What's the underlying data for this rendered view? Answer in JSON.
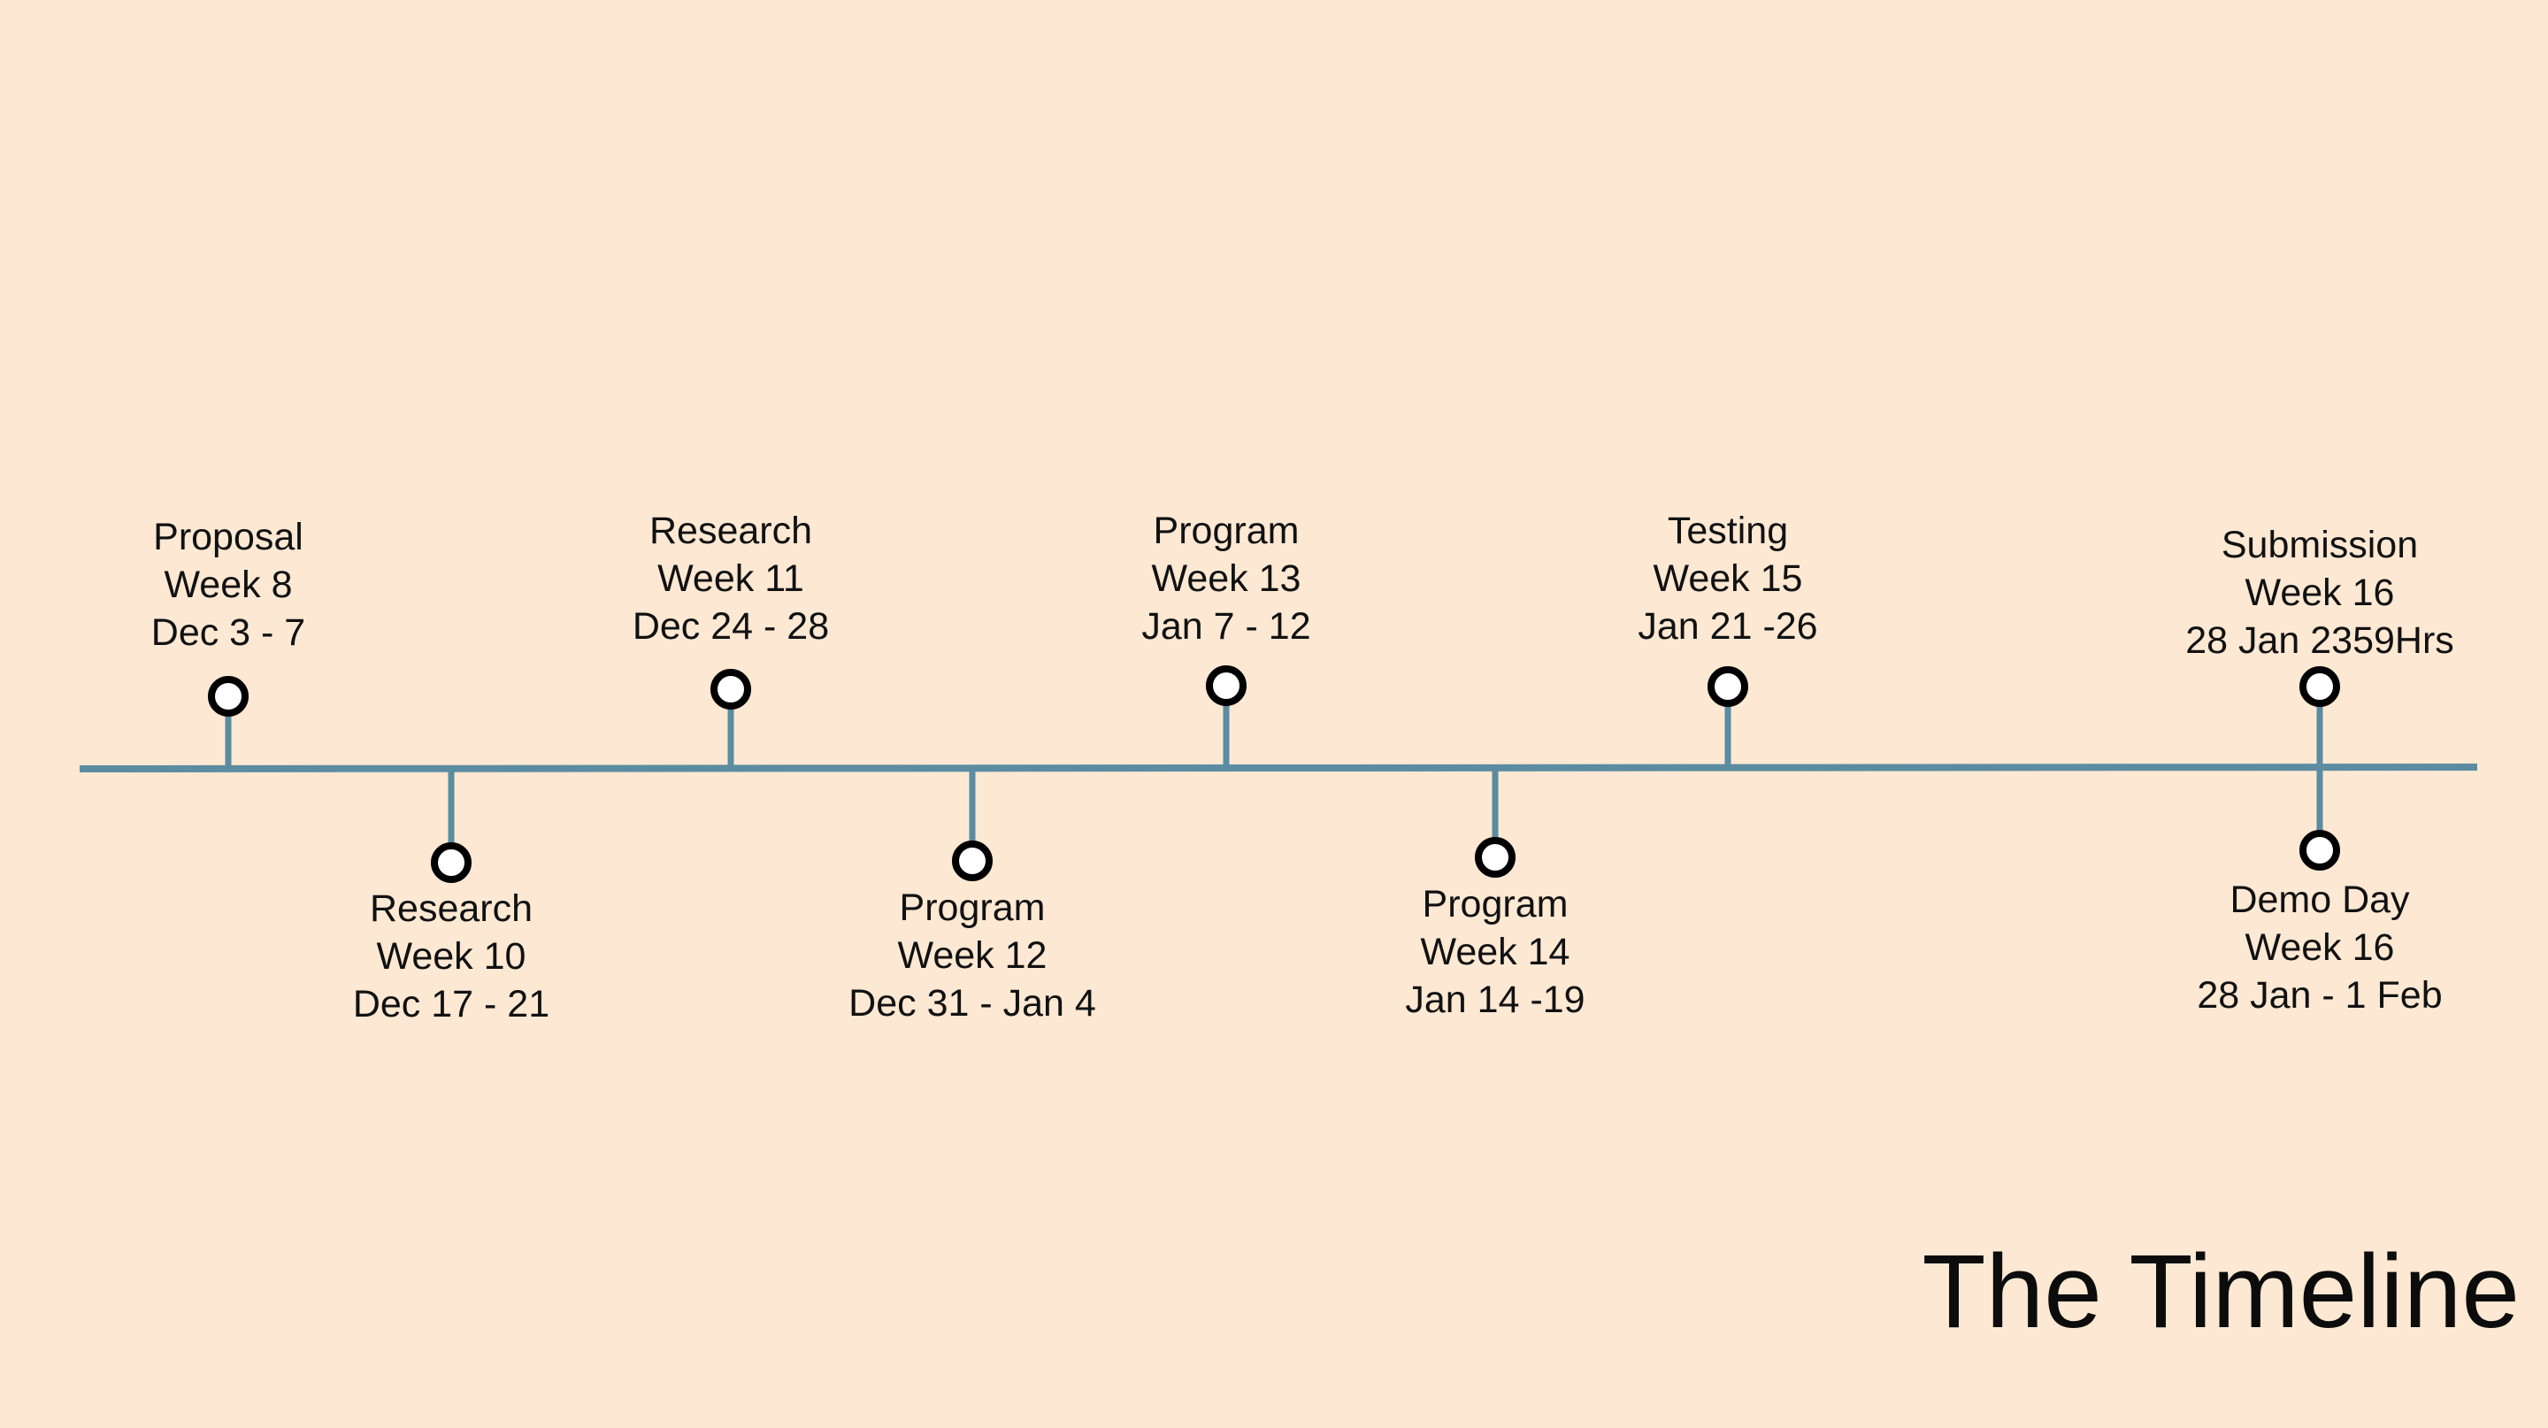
{
  "title": "The Timeline",
  "colors": {
    "background": "#fde8d3",
    "axis": "#5b8ca1",
    "marker_stroke": "#000000",
    "marker_fill": "#ffffff",
    "text": "#111111"
  },
  "events": [
    {
      "name": "Proposal",
      "week": "Week 8",
      "dates": "Dec 3 - 7",
      "side": "above"
    },
    {
      "name": "Research",
      "week": "Week 10",
      "dates": "Dec 17 - 21",
      "side": "below"
    },
    {
      "name": "Research",
      "week": "Week 11",
      "dates": "Dec 24 - 28",
      "side": "above"
    },
    {
      "name": "Program",
      "week": "Week 12",
      "dates": "Dec 31 - Jan 4",
      "side": "below"
    },
    {
      "name": "Program",
      "week": "Week 13",
      "dates": "Jan 7 - 12",
      "side": "above"
    },
    {
      "name": "Program",
      "week": "Week 14",
      "dates": "Jan 14 -19",
      "side": "below"
    },
    {
      "name": "Testing",
      "week": "Week 15",
      "dates": "Jan 21 -26",
      "side": "above"
    },
    {
      "name": "Submission",
      "week": "Week 16",
      "dates": "28 Jan 2359Hrs",
      "side": "above"
    },
    {
      "name": "Demo Day",
      "week": "Week 16",
      "dates": "28 Jan - 1 Feb",
      "side": "below"
    }
  ]
}
